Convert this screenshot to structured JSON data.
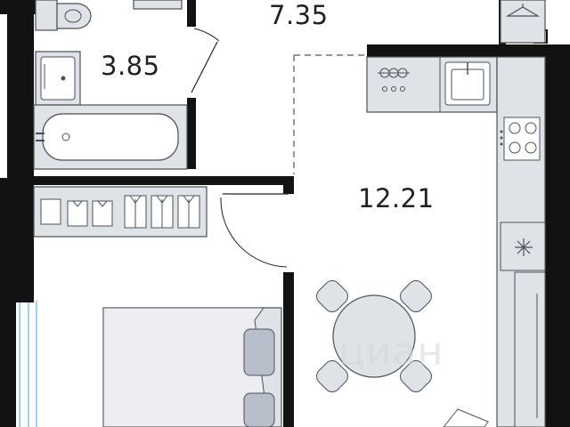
{
  "floor_plan": {
    "rooms": [
      {
        "id": "corridor",
        "area": "7.35"
      },
      {
        "id": "bathroom",
        "area": "3.85"
      },
      {
        "id": "kitchen-living",
        "area": "12.21"
      }
    ],
    "watermark": "циан"
  },
  "colors": {
    "wall": "#121212",
    "furniture_fill": "#dfe2e7",
    "furniture_stroke": "#4b5058",
    "pillow": "#b8bfca",
    "window": "#9fd0ee",
    "door_line": "#222222"
  },
  "icons": [
    "snowflake-icon",
    "sink-icon",
    "stove-icon",
    "toilet-icon",
    "bathtub-icon",
    "shirt-icon",
    "hanger-icon"
  ]
}
